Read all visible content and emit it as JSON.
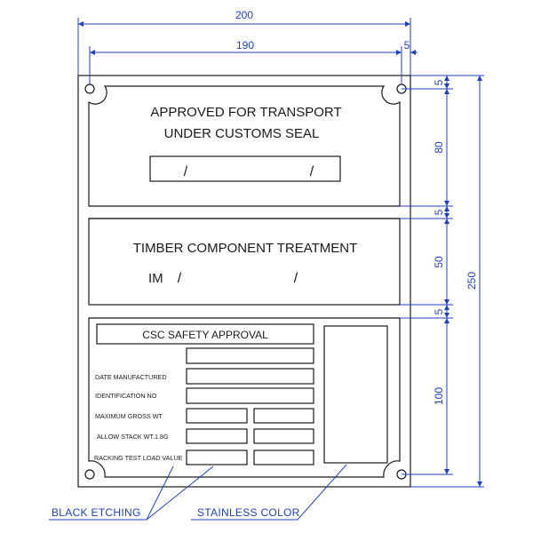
{
  "colors": {
    "plate_line": "#1a1a1a",
    "dimension": "#1f3fbf"
  },
  "dimensions": {
    "overall_width": "200",
    "hole_span": "190",
    "hole_offset": "5",
    "top_margin": "5",
    "section1_height": "80",
    "gap1": "5",
    "section2_height": "50",
    "gap2": "5",
    "section3_height": "100",
    "overall_height": "250"
  },
  "section1": {
    "line1": "APPROVED FOR TRANSPORT",
    "line2": "UNDER CUSTOMS SEAL",
    "slash_left": "/",
    "slash_right": "/"
  },
  "section2": {
    "title": "TIMBER COMPONENT TREATMENT",
    "prefix": "IM",
    "slash_left": "/",
    "slash_right": "/"
  },
  "section3": {
    "title": "CSC SAFETY APPROVAL",
    "rows": [
      "DATE MANUFACTURED",
      "IDENTIFICATION NO",
      "MAXIMUM GROSS WT",
      "ALLOW STACK WT.1.8G",
      "RACKING TEST LOAD VALUE"
    ]
  },
  "notes": {
    "black_etching": "BLACK ETCHING",
    "stainless_color": "STAINLESS COLOR"
  },
  "icons": {
    "mounting_hole": "mounting-hole-icon"
  }
}
